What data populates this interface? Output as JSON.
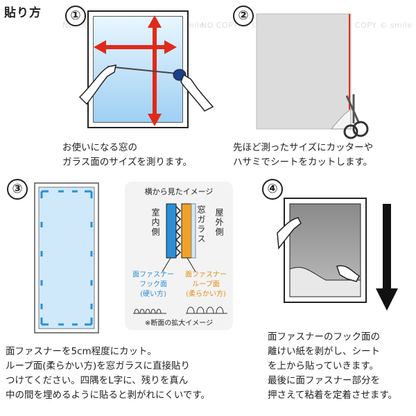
{
  "title": "貼り方",
  "watermark": "NO COPY © smile",
  "steps": [
    {
      "number": "①",
      "caption": [
        "お使いになる窓の",
        "ガラス面のサイズを測ります。"
      ]
    },
    {
      "number": "②",
      "caption": [
        "先ほど測ったサイズにカッターや",
        "ハサミでシートをカットします。"
      ]
    },
    {
      "number": "③",
      "caption": [
        "面ファスナーを5cm程度にカット。",
        "ループ面(柔らかい方)を窓ガラスに直接貼り",
        "つけてください。四隅をL字に、残りを真ん",
        "中の間を埋めるように貼ると剥がれにくいです。"
      ]
    },
    {
      "number": "④",
      "caption": [
        "面ファスナーのフック面の",
        "離けい紙を剥がし、シート",
        "を上から貼っていきます。",
        "最後に面ファスナー部分を",
        "押さえて粘着を定着させます。"
      ]
    }
  ],
  "diagram": {
    "heading": "横から見たイメージ",
    "indoor": "室内側",
    "glass": "窓ガラス",
    "outdoor": "屋外側",
    "hook_label": [
      "面ファスナー",
      "フック面",
      "(硬い方)"
    ],
    "loop_label": [
      "面ファスナー",
      "ループ面",
      "(柔らかい方)"
    ],
    "note": "※断面の拡大イメージ"
  },
  "colors": {
    "hook": "#2a8fd6",
    "loop": "#f0a12a",
    "arrow": "#e02a1a",
    "glass": "#cfe9fb"
  }
}
